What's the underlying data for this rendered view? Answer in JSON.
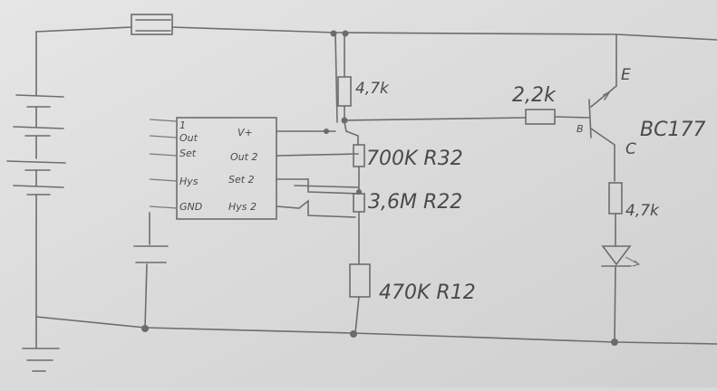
{
  "schematic": {
    "ic_pins_left": [
      "1",
      "Out",
      "Set",
      "Hys",
      "GND"
    ],
    "ic_pins_right": [
      "V+",
      "Out 2",
      "Set 2",
      "Hys 2"
    ],
    "r_top": "4,7k",
    "r_base": "2,2k",
    "r_700k": "700K R32",
    "r_36m": "3,6M R22",
    "r_470k": "470K R12",
    "transistor": {
      "label": "BC177",
      "emitter": "E",
      "base": "B",
      "collector": "C"
    },
    "r_led": "4,7k"
  },
  "colors": {
    "paper": "#dcdcdc",
    "ink": "#5a5a5a"
  }
}
